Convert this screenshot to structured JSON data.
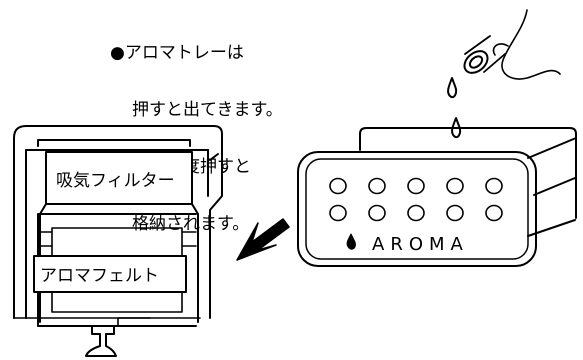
{
  "caption": {
    "bullet": "●",
    "lines": [
      "アロマトレーは",
      "押すと出てきます。",
      "また再度押すと",
      "格納されます。"
    ]
  },
  "labels": {
    "intake_filter": "吸気フィルター",
    "aroma_felt": "アロマフェルト",
    "aroma": "AROMA"
  },
  "aroma_holes": {
    "rows": 2,
    "cols": 5
  },
  "colors": {
    "ink": "#000000",
    "paper": "#ffffff"
  }
}
